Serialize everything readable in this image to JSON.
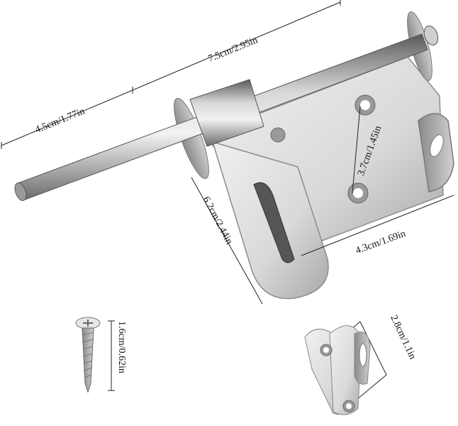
{
  "diagram": {
    "subject": "Stainless steel slide bolt latch with strike plate and screw",
    "colors": {
      "background": "#ffffff",
      "metal_light": "#e6e6e6",
      "metal_mid": "#b8b8b8",
      "metal_dark": "#6a6a6a",
      "dimension_line": "#222222"
    },
    "dimensions": {
      "bolt_protrusion": "4.5cm/1.77in",
      "overall_length": "7.5cm/2.95in",
      "hole_spacing": "3.7cm/1.45in",
      "plate_height": "6.2cm/2.44in",
      "plate_width": "4.3cm/1.69in",
      "screw_length": "1.6cm/0.62in",
      "strike_hole_spacing": "2.8cm/1.1in"
    },
    "parts": {
      "main": "slide-bolt-latch",
      "screw": "mounting-screw",
      "strike": "strike-plate"
    }
  }
}
